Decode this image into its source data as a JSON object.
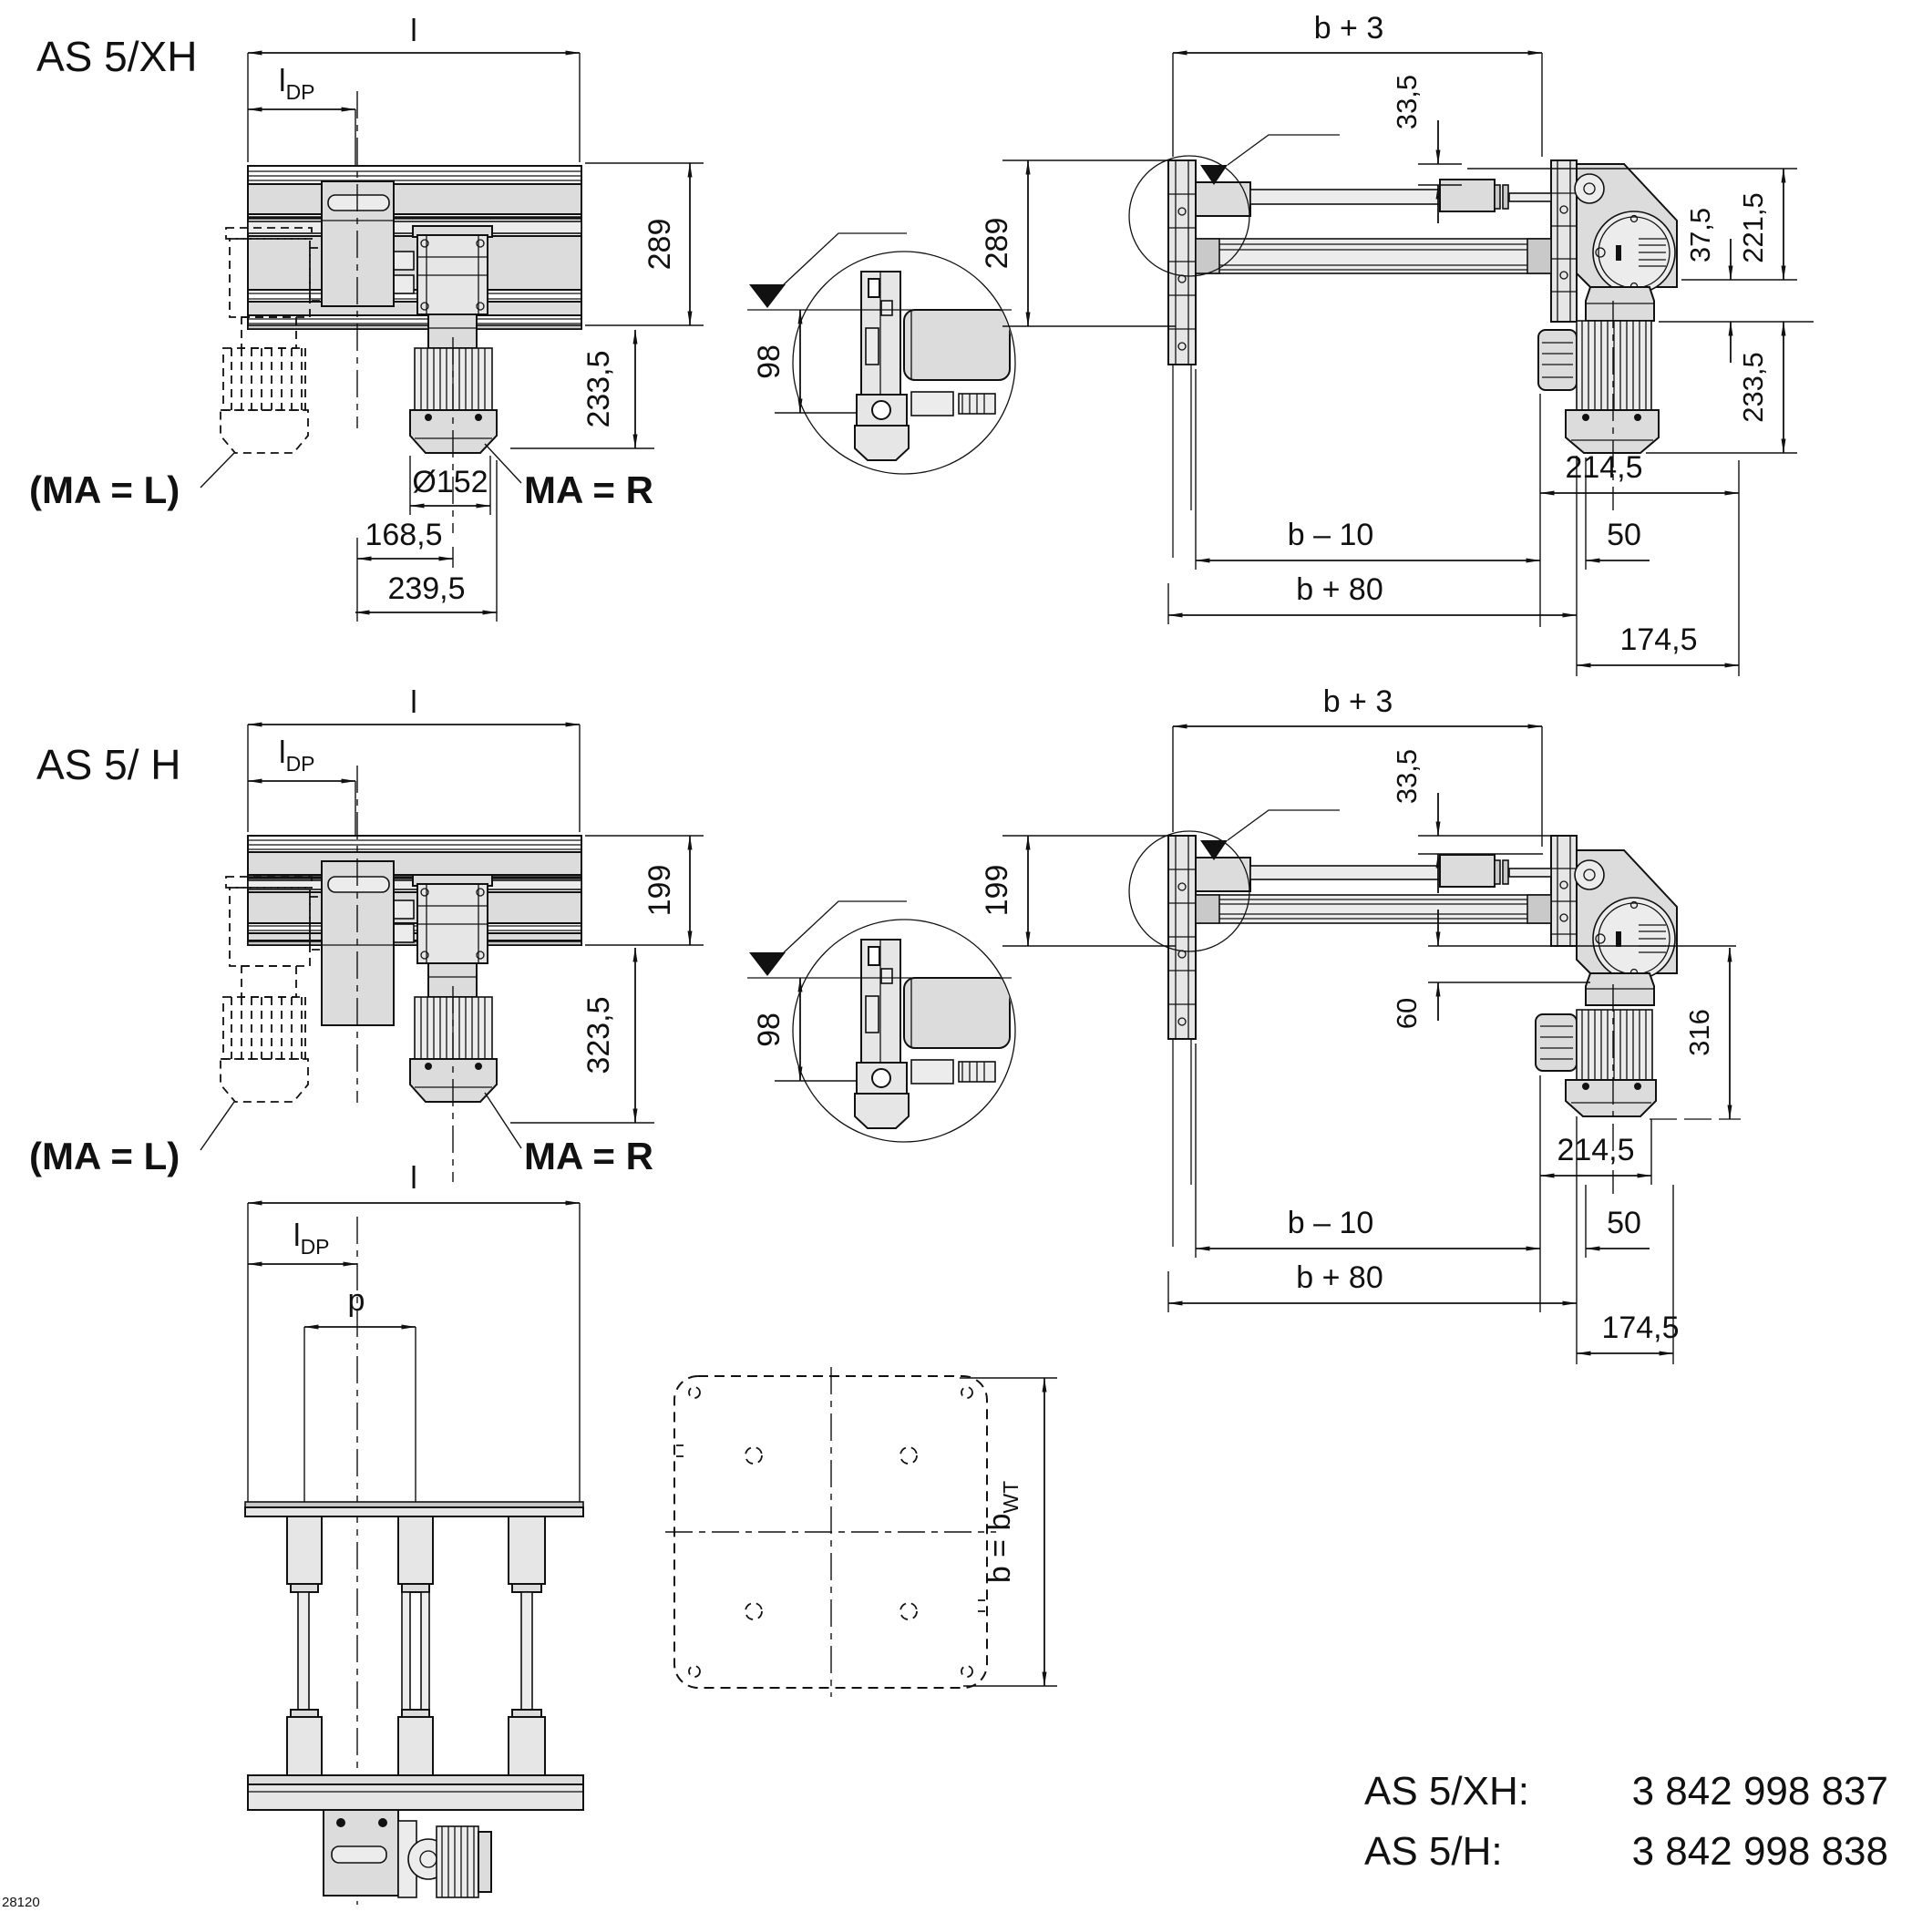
{
  "titles": {
    "xh": "AS 5/XH",
    "h": "AS 5/ H"
  },
  "dims": {
    "l": "l",
    "ldp_base": "l",
    "ldp_sub": "DP",
    "p": "p",
    "b3": "b + 3",
    "b10": "b – 10",
    "b80": "b + 80",
    "d335": "33,5",
    "d289": "289",
    "d375": "37,5",
    "d2215": "221,5",
    "d2335": "233,5",
    "d2145": "214,5",
    "d50": "50",
    "d1745": "174,5",
    "d98": "98",
    "d199": "199",
    "d3235": "323,5",
    "d60": "60",
    "d316": "316",
    "d152": "Ø152",
    "d1685": "168,5",
    "d2395": "239,5",
    "bwt_base": "b = b",
    "bwt_sub": "WT",
    "ma_l": "(MA = L)",
    "ma_r": "MA = R"
  },
  "footer": {
    "doc": "28120",
    "parts": [
      {
        "model": "AS 5/XH:",
        "number": "3 842 998 837"
      },
      {
        "model": "AS 5/H:",
        "number": "3 842 998 838"
      }
    ]
  }
}
